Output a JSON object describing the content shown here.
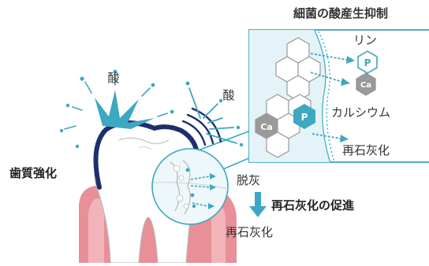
{
  "labels": {
    "inhibition_title": "細菌の酸産生抑制",
    "phosphorus": "リン",
    "calcium": "カルシウム",
    "remineralization_box": "再石灰化",
    "acid_left": "酸",
    "acid_right": "酸",
    "tooth_strengthen": "歯質強化",
    "demineralization": "脱灰",
    "promote_remineralization": "再石灰化の促進",
    "remineralization_bottom": "再石灰化"
  },
  "ions": {
    "phosphorus_symbol": "P",
    "calcium_symbol": "Ca"
  },
  "colors": {
    "teal": "#3da8c1",
    "light_teal": "#a9dbe7",
    "navy": "#1e2f6b",
    "gum": "#e88f97",
    "gray": "#9a9a9a",
    "text": "#333333"
  }
}
